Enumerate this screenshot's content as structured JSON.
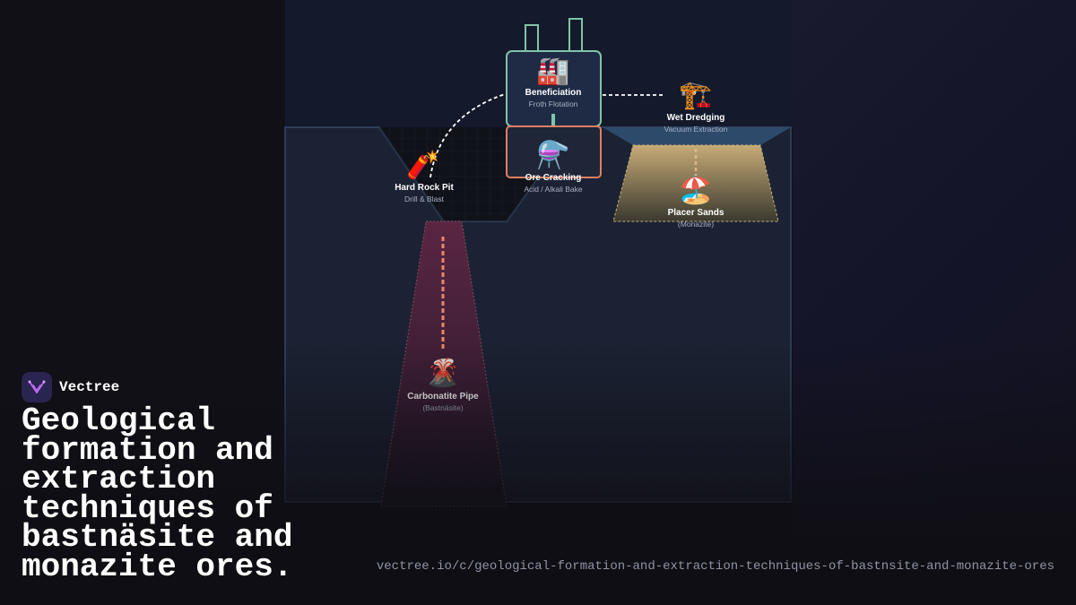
{
  "brand": {
    "name": "Vectree",
    "accent_color": "#b96cf0"
  },
  "headline": "Geological formation and extraction techniques of bastnäsite and monazite ores.",
  "url": "vectree.io/c/geological-formation-and-extraction-techniques-of-bastnsite-and-monazite-ores",
  "diagram": {
    "nodes": {
      "beneficiation": {
        "title": "Beneficiation",
        "subtitle": "Froth Flotation",
        "icon": "factory-icon",
        "glyph": "🏭",
        "color": "#7fc4a8"
      },
      "ore_cracking": {
        "title": "Ore Cracking",
        "subtitle": "Acid / Alkali Bake",
        "icon": "flask-icon",
        "glyph": "⚗️",
        "color": "#e07f63"
      },
      "wet_dredging": {
        "title": "Wet Dredging",
        "subtitle": "Vacuum Extraction",
        "icon": "crane-icon",
        "glyph": "🏗️"
      },
      "hard_rock_pit": {
        "title": "Hard Rock Pit",
        "subtitle": "Drill & Blast",
        "icon": "dynamite-icon",
        "glyph": "🧨"
      },
      "placer_sands": {
        "title": "Placer Sands",
        "subtitle": "(Monazite)",
        "icon": "beach-umbrella-icon",
        "glyph": "🏖️",
        "color": "#c9b07a"
      },
      "carbonatite_pipe": {
        "title": "Carbonatite Pipe",
        "subtitle": "(Bastnäsite)",
        "icon": "volcano-icon",
        "glyph": "🌋",
        "color": "#e07f63"
      }
    },
    "colors": {
      "crust": "#1b2233",
      "crust_edge": "#2e3d57",
      "water": "#2d4a6a",
      "pipe": "#4a2238",
      "sky": "#141a2c"
    }
  }
}
